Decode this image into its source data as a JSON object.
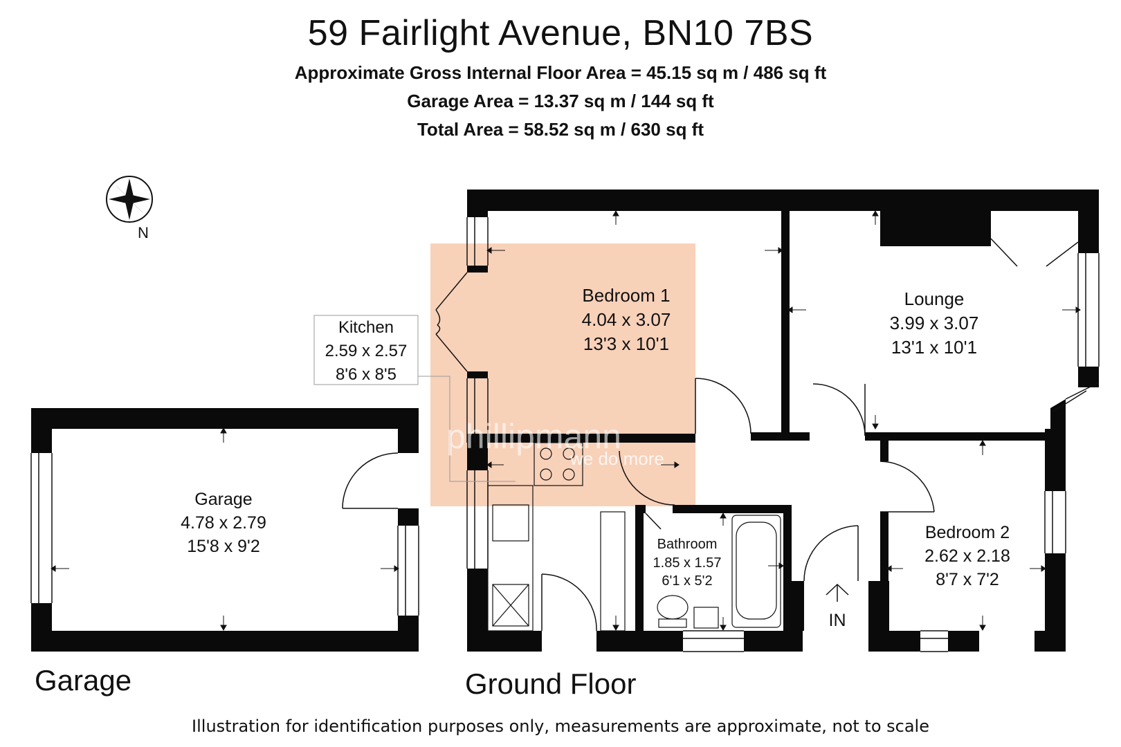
{
  "title": "59 Fairlight Avenue, BN10 7BS",
  "areas": {
    "gross_internal": "Approximate Gross Internal Floor Area = 45.15 sq m / 486 sq ft",
    "garage": "Garage Area = 13.37 sq m / 144 sq ft",
    "total": "Total Area = 58.52 sq m / 630 sq ft"
  },
  "compass": {
    "label": "N"
  },
  "rooms": {
    "bedroom1": {
      "name": "Bedroom 1",
      "metric": "4.04 x 3.07",
      "imperial": "13'3 x 10'1"
    },
    "lounge": {
      "name": "Lounge",
      "metric": "3.99 x 3.07",
      "imperial": "13'1 x 10'1"
    },
    "kitchen": {
      "name": "Kitchen",
      "metric": "2.59 x 2.57",
      "imperial": "8'6 x 8'5"
    },
    "garage": {
      "name": "Garage",
      "metric": "4.78 x 2.79",
      "imperial": "15'8 x 9'2"
    },
    "bathroom": {
      "name": "Bathroom",
      "metric": "1.85 x 1.57",
      "imperial": "6'1 x 5'2"
    },
    "bedroom2": {
      "name": "Bedroom 2",
      "metric": "2.62 x 2.18",
      "imperial": "8'7 x 7'2"
    }
  },
  "entrance_label": "IN",
  "watermark": {
    "brand": "phillipmann",
    "tagline": "we do more",
    "color": "#f7c9ad"
  },
  "floor_labels": {
    "garage": "Garage",
    "ground": "Ground Floor"
  },
  "disclaimer": "Illustration for identification purposes only, measurements are approximate, not to scale",
  "colors": {
    "wall": "#0a0a0a",
    "text": "#111111"
  }
}
